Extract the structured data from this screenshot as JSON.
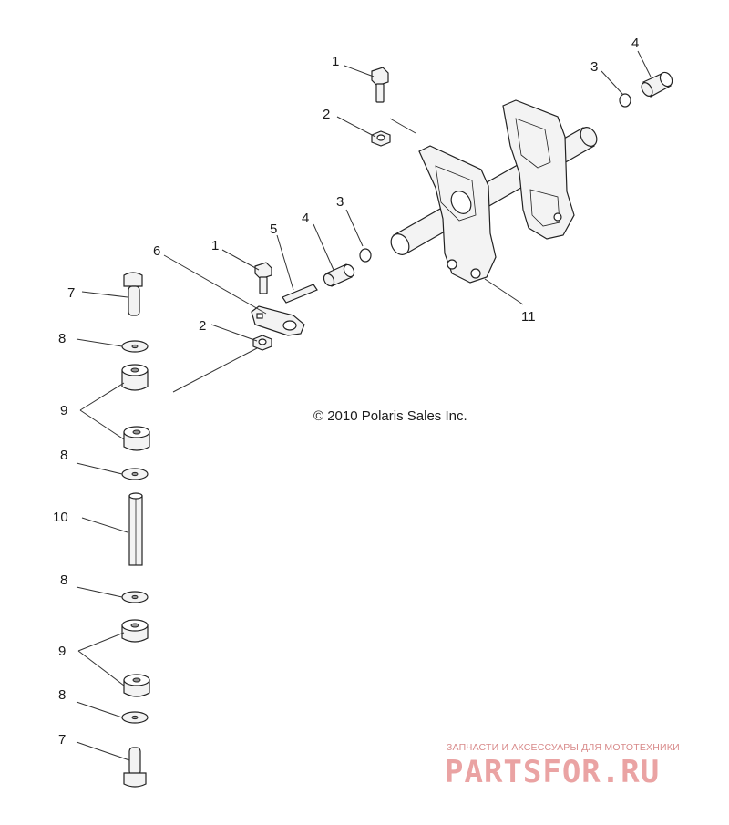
{
  "diagram": {
    "callouts": {
      "c1a": "1",
      "c2a": "2",
      "c3a": "3",
      "c4a": "4",
      "c1b": "1",
      "c2b": "2",
      "c3b": "3",
      "c4b": "4",
      "c5": "5",
      "c6": "6",
      "c7a": "7",
      "c7b": "7",
      "c8a": "8",
      "c8b": "8",
      "c8c": "8",
      "c8d": "8",
      "c9a": "9",
      "c9b": "9",
      "c10": "10",
      "c11": "11"
    },
    "copyright": "© 2010 Polaris Sales Inc."
  },
  "watermark": {
    "tagline": "ЗАПЧАСТИ И АКСЕССУАРЫ ДЛЯ МОТОТЕХНИКИ",
    "logo": "PARTSFOR.RU"
  }
}
